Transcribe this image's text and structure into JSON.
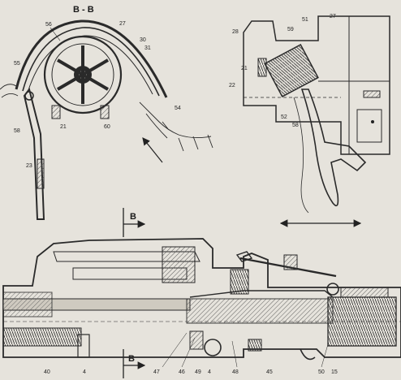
{
  "section_title": "B - B",
  "section_marks": [
    "B",
    "B"
  ],
  "callouts_left": [
    "56",
    "27",
    "30",
    "31",
    "55",
    "54",
    "58",
    "21",
    "60",
    "23"
  ],
  "callouts_right": [
    "28",
    "59",
    "51",
    "27",
    "21",
    "22",
    "52",
    "58"
  ],
  "callouts_bottom": [
    "40",
    "4",
    "47",
    "46",
    "49",
    "4",
    "48",
    "45",
    "50",
    "15"
  ],
  "colors": {
    "paper": "#e6e3dc",
    "ink": "#2a2a2a",
    "hatch": "#6b6b6b"
  }
}
